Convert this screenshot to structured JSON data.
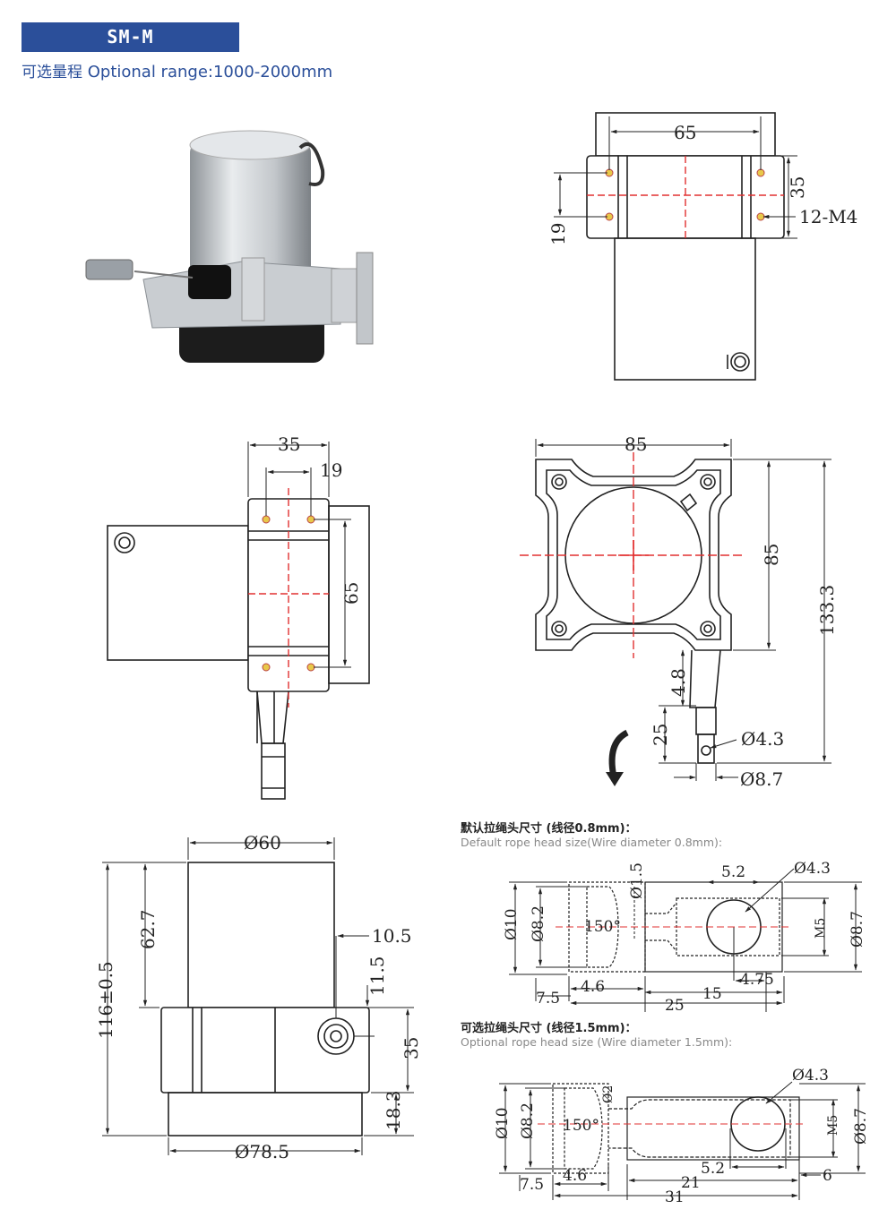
{
  "header": {
    "model": "SM-M",
    "range_cn": "可选量程",
    "range_en": "Optional range:1000-2000mm"
  },
  "views": {
    "top": {
      "dims": [
        "65",
        "35",
        "12-M4",
        "19"
      ]
    },
    "side": {
      "dims": [
        "35",
        "19",
        "65"
      ]
    },
    "front": {
      "dims": [
        "85",
        "85",
        "133.3",
        "4.8",
        "25",
        "Ø4.3",
        "Ø8.7"
      ]
    },
    "bottom": {
      "dims": [
        "Ø60",
        "62.7",
        "10.5",
        "11.5",
        "116±0.5",
        "35",
        "18.3",
        "Ø78.5"
      ]
    }
  },
  "rope_default": {
    "title_cn": "默认拉绳头尺寸 (线径0.8mm)：",
    "title_en": "Default rope head size(Wire diameter 0.8mm):",
    "dims": [
      "5.2",
      "Ø4.3",
      "Ø1.5",
      "Ø10",
      "Ø8.2",
      "150°",
      "M5",
      "Ø8.7",
      "7.5",
      "4.6",
      "4.75",
      "15",
      "25"
    ]
  },
  "rope_optional": {
    "title_cn": "可选拉绳头尺寸 (线径1.5mm)：",
    "title_en": "Optional rope head size (Wire diameter 1.5mm):",
    "dims": [
      "Ø4.3",
      "Ø2",
      "Ø10",
      "Ø8.2",
      "150°",
      "M5",
      "Ø8.7",
      "7.5",
      "4.6",
      "5.2",
      "6",
      "21",
      "31"
    ]
  },
  "colors": {
    "badge": "#2b4f9a",
    "line": "#222222",
    "center": "#e23030"
  }
}
